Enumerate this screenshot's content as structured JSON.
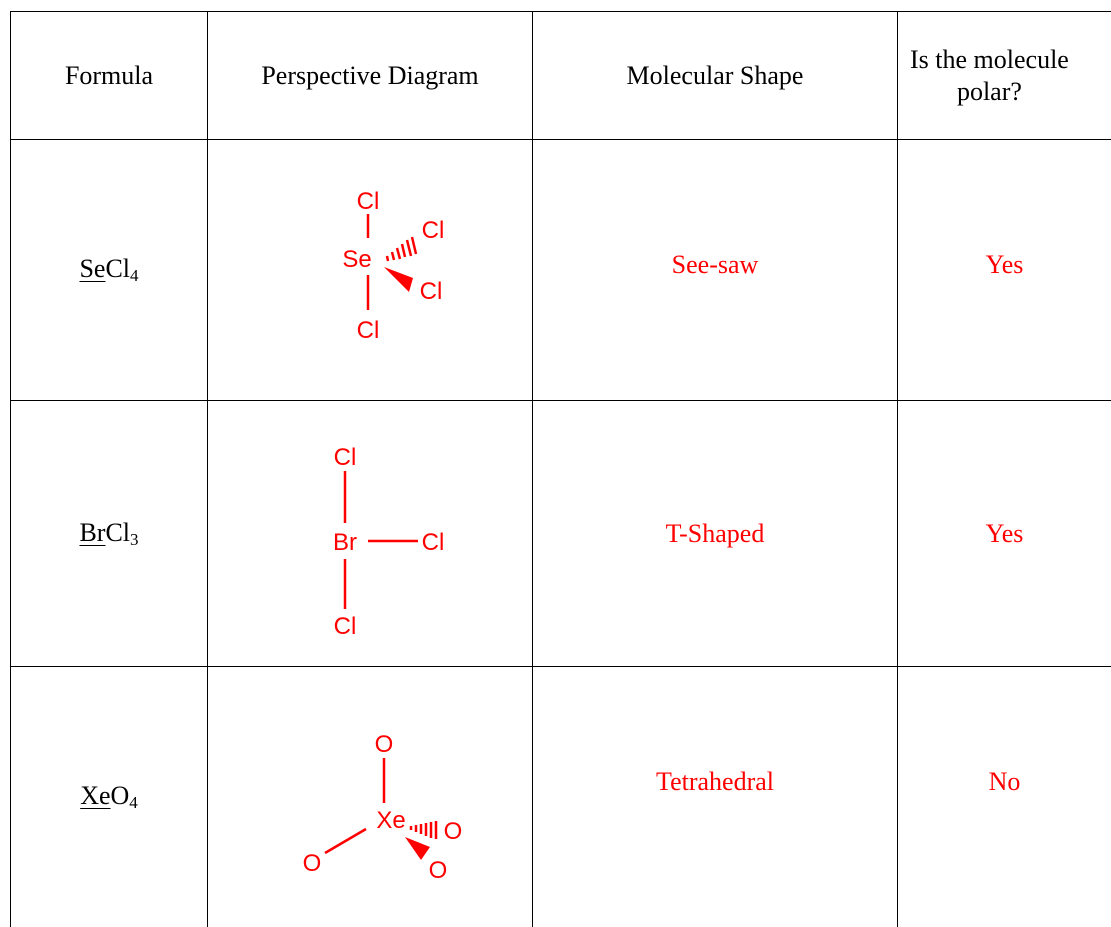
{
  "header": {
    "formula": "Formula",
    "diagram": "Perspective Diagram",
    "shape": "Molecular Shape",
    "polar_line1": "Is the molecule",
    "polar_line2": "polar?"
  },
  "rows": [
    {
      "central": "Se",
      "ligand": "Cl",
      "count": "4",
      "shape": "See-saw",
      "polar": "Yes",
      "atoms": {
        "center": "Se",
        "top": "Cl",
        "bottom": "Cl",
        "hashed": "Cl",
        "wedge": "Cl"
      }
    },
    {
      "central": "Br",
      "ligand": "Cl",
      "count": "3",
      "shape": "T-Shaped",
      "polar": "Yes",
      "atoms": {
        "center": "Br",
        "top": "Cl",
        "bottom": "Cl",
        "right": "Cl"
      }
    },
    {
      "central": "Xe",
      "ligand": "O",
      "count": "4",
      "shape": "Tetrahedral",
      "polar": "No",
      "atoms": {
        "center": "Xe",
        "top": "O",
        "left": "O",
        "hashed": "O",
        "wedge": "O"
      }
    }
  ],
  "colors": {
    "answer": "#ff0000",
    "text": "#000000",
    "border": "#000000"
  }
}
